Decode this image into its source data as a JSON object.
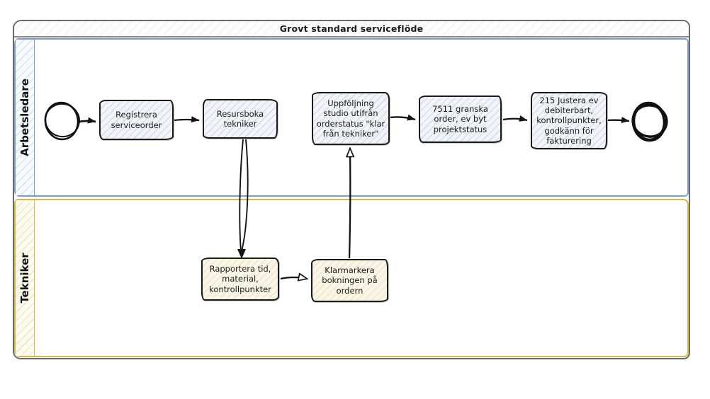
{
  "diagram": {
    "title": "Grovt standard serviceflöde",
    "lanes": [
      {
        "id": "arbetsledare",
        "label": "Arbetsledare",
        "border_color": "#7d9dc9"
      },
      {
        "id": "tekniker",
        "label": "Tekniker",
        "border_color": "#d4b54e"
      }
    ],
    "nodes": [
      {
        "id": "start",
        "type": "start-event",
        "label": "",
        "lane": "Arbetsledare"
      },
      {
        "id": "registrera",
        "type": "task",
        "label": "Registrera serviceorder",
        "lane": "Arbetsledare"
      },
      {
        "id": "resursboka",
        "type": "task",
        "label": "Resursboka tekniker",
        "lane": "Arbetsledare"
      },
      {
        "id": "uppfoljning",
        "type": "task",
        "label": "Uppföljning studio utifrån orderstatus \"klar från tekniker\"",
        "lane": "Arbetsledare"
      },
      {
        "id": "granska",
        "type": "task",
        "label": "7511 granska order, ev byt projektstatus",
        "lane": "Arbetsledare"
      },
      {
        "id": "justera",
        "type": "task",
        "label": "215 Justera ev debiterbart, kontrollpunkter, godkänn för fakturering",
        "lane": "Arbetsledare"
      },
      {
        "id": "end",
        "type": "end-event",
        "label": "",
        "lane": "Arbetsledare"
      },
      {
        "id": "rapportera",
        "type": "task",
        "label": "Rapportera tid, material, kontrollpunkter",
        "lane": "Tekniker"
      },
      {
        "id": "klarmarkera",
        "type": "task",
        "label": "Klarmarkera bokningen på ordern",
        "lane": "Tekniker"
      }
    ],
    "edges": [
      {
        "from": "start",
        "to": "registrera",
        "arrowhead": "filled"
      },
      {
        "from": "registrera",
        "to": "resursboka",
        "arrowhead": "filled"
      },
      {
        "from": "resursboka",
        "to": "rapportera",
        "arrowhead": "filled",
        "style": "double-line"
      },
      {
        "from": "rapportera",
        "to": "klarmarkera",
        "arrowhead": "open"
      },
      {
        "from": "klarmarkera",
        "to": "uppfoljning",
        "arrowhead": "open"
      },
      {
        "from": "uppfoljning",
        "to": "granska",
        "arrowhead": "filled"
      },
      {
        "from": "granska",
        "to": "justera",
        "arrowhead": "filled"
      },
      {
        "from": "justera",
        "to": "end",
        "arrowhead": "filled"
      }
    ],
    "colors": {
      "pool_border": "#6b6b6b",
      "lane_blue": "#7d9dc9",
      "lane_yellow": "#d4b54e",
      "task_border": "#1b1b1b",
      "task_fill_top": "#f1f4f8",
      "task_fill_bottom": "#faf6e7"
    }
  }
}
